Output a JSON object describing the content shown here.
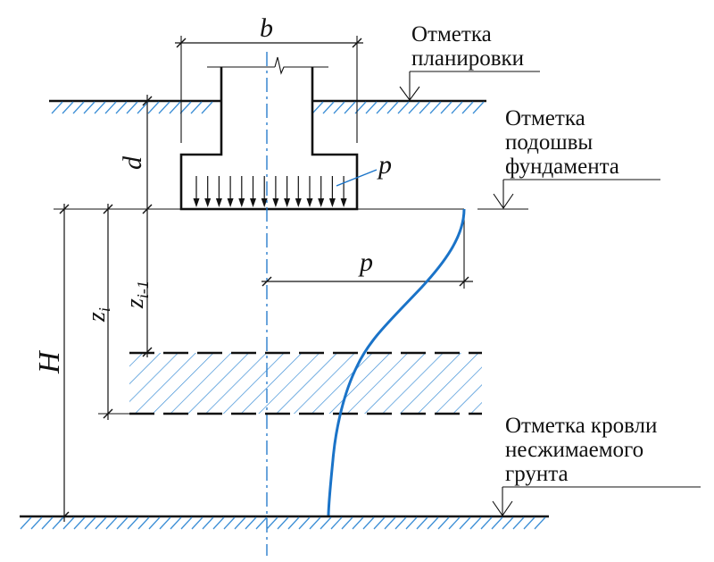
{
  "labels": {
    "b": "b",
    "d": "d",
    "p_load": "p",
    "p_curve": "p",
    "H": "H",
    "z_i_main": "z",
    "z_i_sub": "i",
    "z_i1_main": "z",
    "z_i1_sub": "i-1",
    "grade_line1": "Отметка",
    "grade_line2": "планировки",
    "base_line1": "Отметка",
    "base_line2": "подошвы",
    "base_line3": "фундамента",
    "roof_line1": "Отметка кровли",
    "roof_line2": "несжимаемого",
    "roof_line3": "грунта"
  },
  "colors": {
    "ink": "#111111",
    "accent": "#1a73c8",
    "hatch": "#3d8fd6"
  }
}
